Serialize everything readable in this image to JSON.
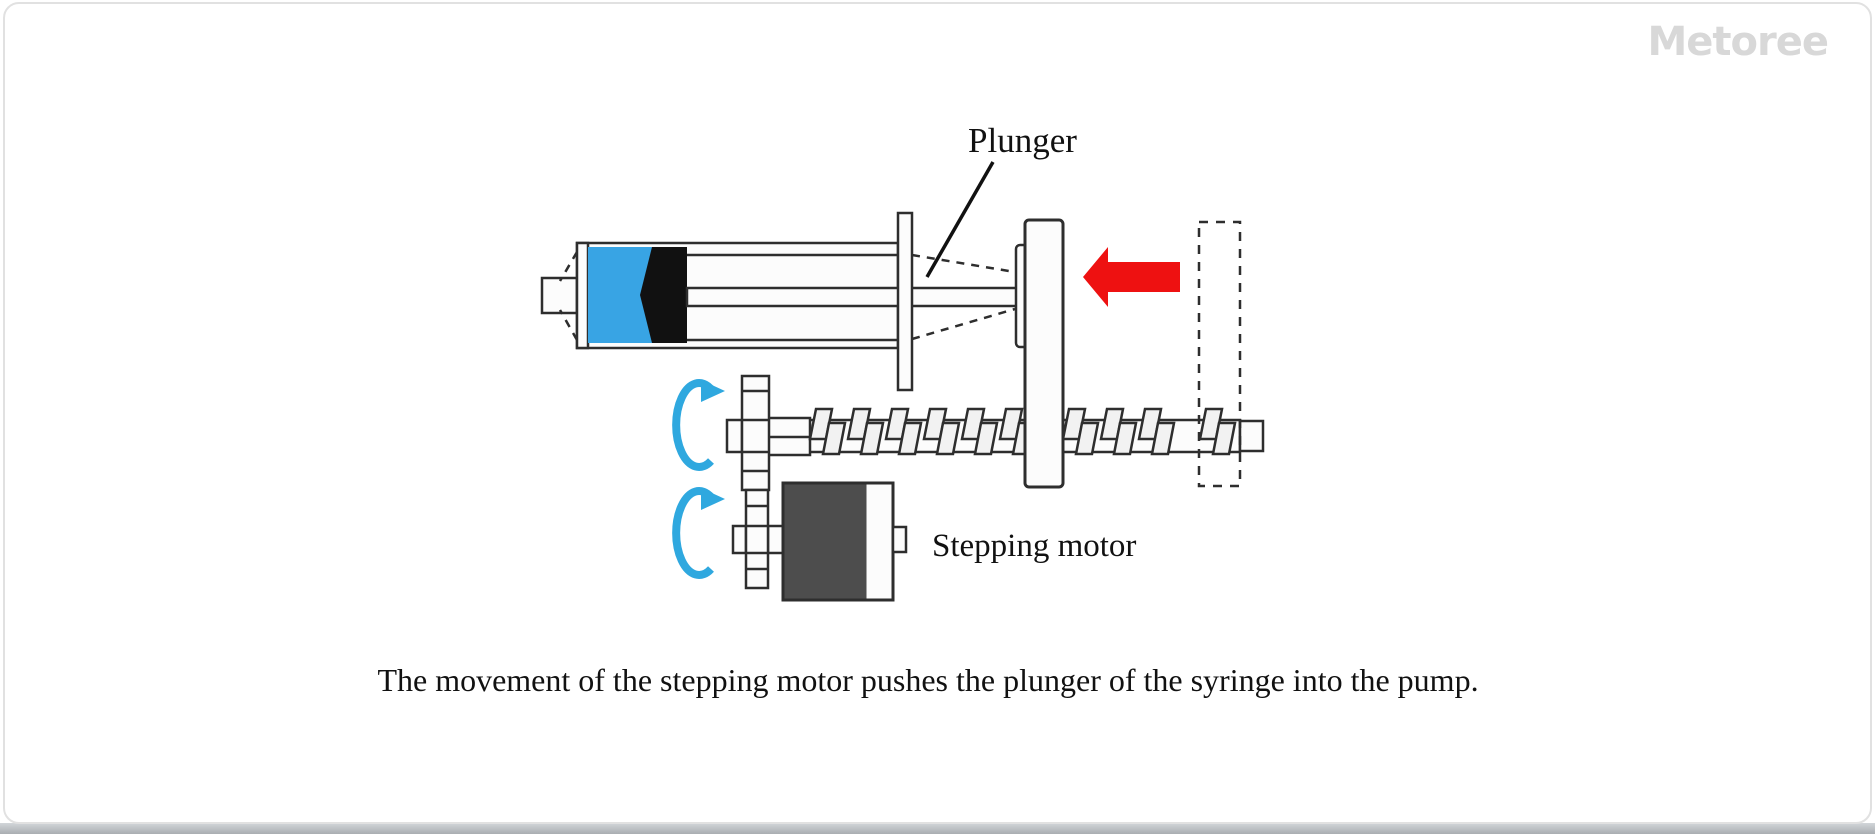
{
  "brand": {
    "name": "Metoree"
  },
  "diagram": {
    "labels": {
      "plunger": "Plunger",
      "stepping_motor": "Stepping motor"
    },
    "caption": "The movement of the stepping motor pushes the plunger of the syringe into the pump.",
    "colors": {
      "liquid_blue": "#38a4e4",
      "rotation_blue": "#2fa8df",
      "arrow_red": "#ee1111",
      "motor_gray": "#4d4d4d",
      "line_dark": "#2e2e2e",
      "brand_gray": "#d8d8d8"
    }
  }
}
